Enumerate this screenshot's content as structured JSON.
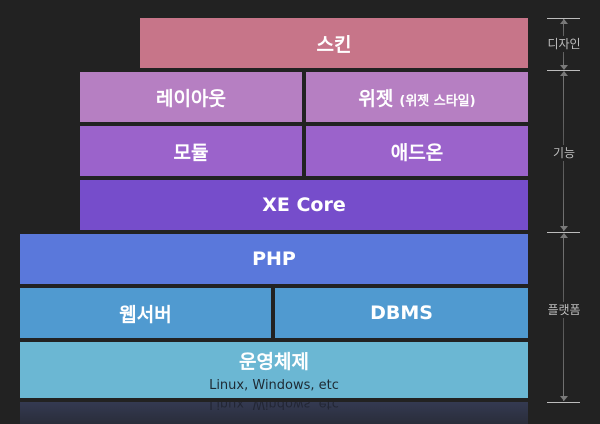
{
  "diagram": {
    "layers": {
      "skin": {
        "label": "스킨",
        "color": "#c77589"
      },
      "layout": {
        "label": "레이아웃",
        "color": "#b67fc2"
      },
      "widget": {
        "label": "위젯",
        "sub": "(위젯 스타일)",
        "color": "#b67fc2"
      },
      "module": {
        "label": "모듈",
        "color": "#9b63cb"
      },
      "addon": {
        "label": "애드온",
        "color": "#9b63cb"
      },
      "xe_core": {
        "label": "XE Core",
        "color": "#764dcb"
      },
      "php": {
        "label": "PHP",
        "color": "#5a78db"
      },
      "webserver": {
        "label": "웹서버",
        "color": "#509ad0"
      },
      "dbms": {
        "label": "DBMS",
        "color": "#509ad0"
      },
      "os": {
        "label": "운영체제",
        "sub": "Linux, Windows, etc",
        "color": "#6bb7d3"
      }
    },
    "reflection_text": "Linux, Windows, etc",
    "side_labels": {
      "design": "디자인",
      "function": "기능",
      "platform": "플랫폼"
    }
  }
}
